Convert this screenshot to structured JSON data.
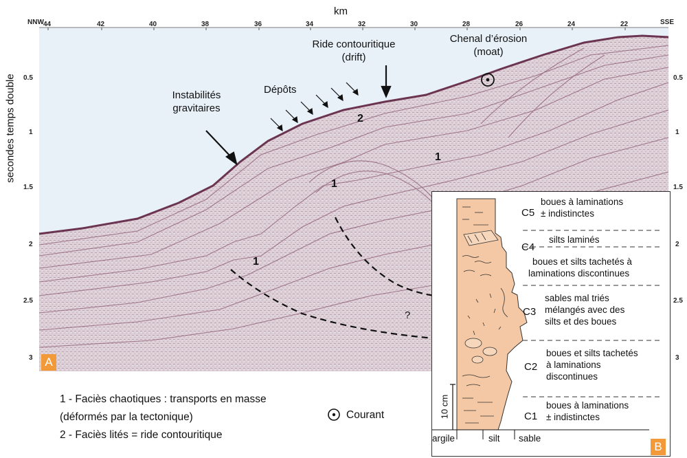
{
  "panel_a": {
    "xaxis_label": "km",
    "left_dir": "NNW",
    "right_dir": "SSE",
    "x_ticks": [
      "44",
      "42",
      "40",
      "38",
      "36",
      "34",
      "32",
      "30",
      "28",
      "26",
      "24",
      "22"
    ],
    "y_label": "secondes temps double",
    "y_ticks": [
      "0.5",
      "1",
      "1.5",
      "2",
      "2.5",
      "3"
    ],
    "annotations": {
      "ride_line1": "Ride contouritique",
      "ride_line2": "(drift)",
      "chenal_line1": "Chenal d’érosion",
      "chenal_line2": "(moat)",
      "depots": "Dépôts",
      "instab_line1": "Instabilités",
      "instab_line2": "gravitaires",
      "question": "?"
    },
    "facies_numbers": [
      "2",
      "1",
      "1",
      "1"
    ],
    "badge": "A"
  },
  "panel_b": {
    "badge": "B",
    "scale": "10 cm",
    "grain_labels": [
      "argile",
      "silt",
      "sable"
    ],
    "units": [
      {
        "code": "C5",
        "desc": [
          "boues à laminations",
          "± indistinctes"
        ]
      },
      {
        "code": "C4",
        "desc": [
          "silts laminés"
        ]
      },
      {
        "code": "",
        "desc": [
          "boues et silts tachetés à",
          "laminations discontinues"
        ]
      },
      {
        "code": "C3",
        "desc": [
          "sables mal triés",
          "mélangés avec des",
          "silts et des boues"
        ]
      },
      {
        "code": "C2",
        "desc": [
          "boues et silts tachetés",
          "à laminations",
          "discontinues"
        ]
      },
      {
        "code": "C1",
        "desc": [
          "boues à laminations",
          "± indistinctes"
        ]
      }
    ]
  },
  "legend": {
    "line1": "1 - Faciès chaotiques : transports en masse",
    "line2": "(déformés par la tectonique)",
    "line3": "2 - Faciès lités = ride contouritique",
    "current": "Courant"
  },
  "colors": {
    "water": "#e9f1f8",
    "sediment": "#ddd2d8",
    "reflector": "#7a3f58",
    "core_fill": "#f4c8a4",
    "badge": "#f29a3a"
  }
}
